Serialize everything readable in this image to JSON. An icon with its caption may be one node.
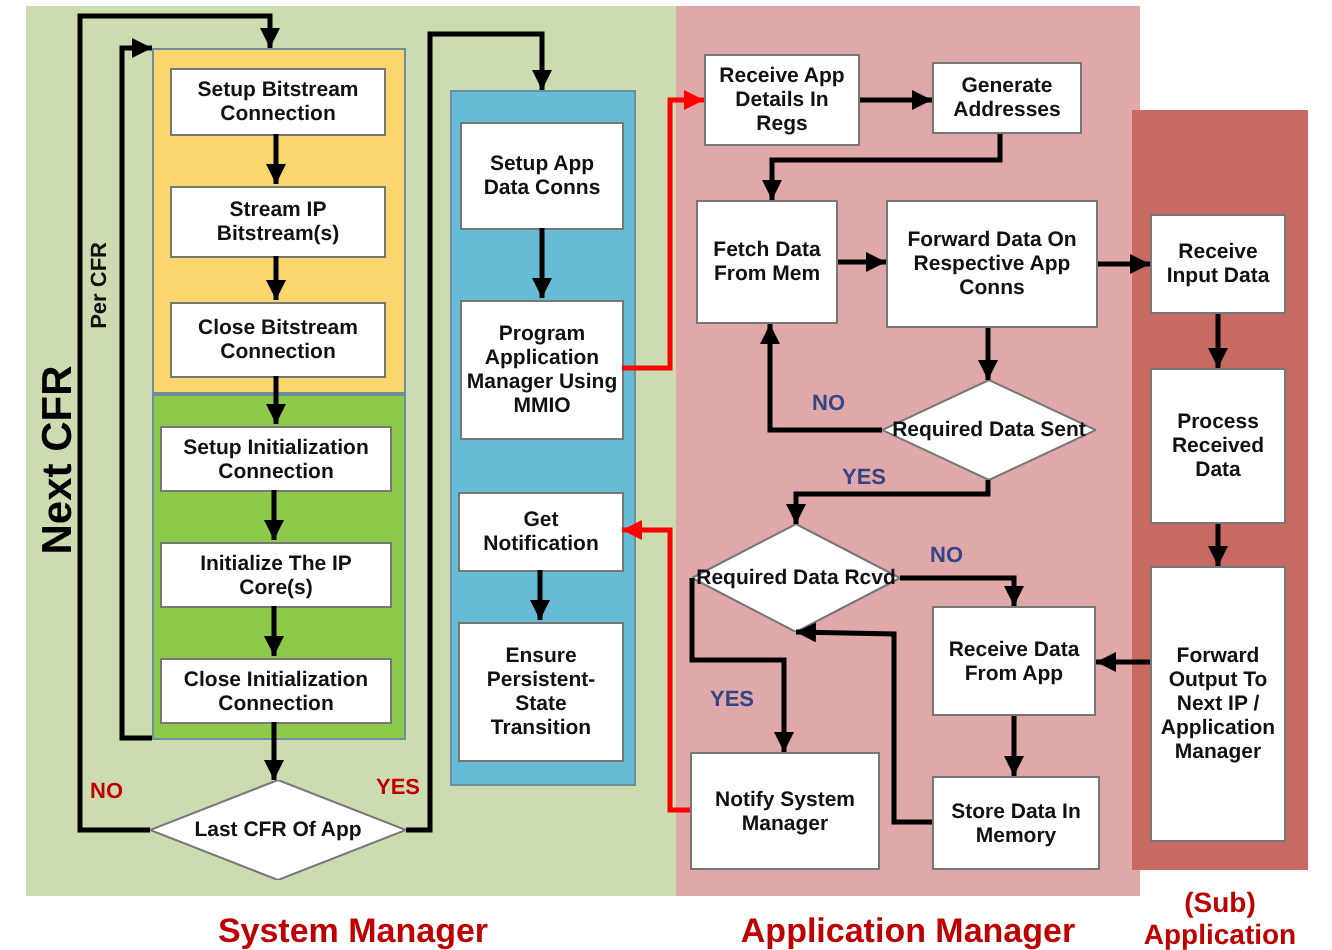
{
  "diagram": {
    "nodes": [
      {
        "text": [
          "System Manager"
        ]
      },
      {
        "text": [],
        "shape": "box",
        "in": 0
      },
      {
        "text": [
          "Setup Bitstream Connection"
        ],
        "in": 1
      },
      {
        "text": [
          "Stream IP Bitstream(s)"
        ],
        "in": 1
      },
      {
        "text": [
          "Close Bitstream Connection"
        ],
        "in": 1
      },
      {
        "text": [],
        "shape": "box",
        "in": 0
      },
      {
        "text": [
          "Setup Initialization Connection"
        ],
        "in": 5
      },
      {
        "text": [
          "Initialize The IP Core(s)"
        ],
        "in": 5
      },
      {
        "text": [
          "Close Initialization Connection"
        ],
        "in": 5
      },
      {
        "text": [
          "Last CFR Of App"
        ],
        "in": 0
      },
      {
        "text": [],
        "shape": "box",
        "in": 0
      },
      {
        "text": [
          "Setup App Data Conns"
        ],
        "in": 10
      },
      {
        "text": [
          "Program Application Manager Using MMIO"
        ],
        "in": 10
      },
      {
        "text": [
          "Get Notification"
        ],
        "in": 10
      },
      {
        "text": [
          "Ensure Persistent-State Transition"
        ],
        "in": 10
      },
      {
        "text": [
          "Application Manager"
        ]
      },
      {
        "text": [
          "Receive App Details In Regs"
        ],
        "in": 15
      },
      {
        "text": [
          "Generate Addresses"
        ],
        "in": 15
      },
      {
        "text": [
          "Fetch Data From Mem"
        ],
        "in": 15
      },
      {
        "text": [
          "Forward Data On Respective App Conns"
        ],
        "in": 15
      },
      {
        "text": [
          "Required Data Sent"
        ],
        "in": 15
      },
      {
        "text": [
          "Required Data Rcvd"
        ],
        "in": 15
      },
      {
        "text": [
          "Receive Data From App"
        ],
        "in": 15
      },
      {
        "text": [
          "Notify System Manager"
        ],
        "in": 15
      },
      {
        "text": [
          "Store Data In Memory"
        ],
        "in": 15
      },
      {
        "text": [
          "(Sub) Application"
        ]
      },
      {
        "text": [
          "Receive Input Data"
        ],
        "in": 25
      },
      {
        "text": [
          "Process Received Data"
        ],
        "in": 25
      },
      {
        "text": [
          "Forward Output To Next IP / Application Manager"
        ],
        "in": 25
      }
    ],
    "edges": [
      {
        "from": 2,
        "to": 3,
        "arrow": "to"
      },
      {
        "from": 3,
        "to": 4,
        "arrow": "to"
      },
      {
        "from": 4,
        "to": 6,
        "arrow": "to"
      },
      {
        "from": 6,
        "to": 7,
        "arrow": "to"
      },
      {
        "from": 7,
        "to": 8,
        "arrow": "to"
      },
      {
        "from": 8,
        "to": 9,
        "arrow": "to"
      },
      {
        "from": 5,
        "to": 1,
        "arrow": "to",
        "label": "Per CFR"
      },
      {
        "from": 9,
        "to": 1,
        "arrow": "to",
        "label": "NO"
      },
      {
        "from": 9,
        "to": 10,
        "arrow": "to",
        "label": "YES"
      },
      {
        "from": 11,
        "to": 12,
        "arrow": "to"
      },
      {
        "from": 12,
        "to": 16,
        "arrow": "to",
        "color": "#ff0000"
      },
      {
        "from": 13,
        "to": 14,
        "arrow": "to"
      },
      {
        "from": 16,
        "to": 17,
        "arrow": "to"
      },
      {
        "from": 17,
        "to": 18,
        "arrow": "to"
      },
      {
        "from": 18,
        "to": 19,
        "arrow": "to"
      },
      {
        "from": 19,
        "to": 26,
        "arrow": "to"
      },
      {
        "from": 19,
        "to": 20,
        "arrow": "to"
      },
      {
        "from": 20,
        "to": 18,
        "arrow": "to",
        "label": "NO"
      },
      {
        "from": 20,
        "to": 21,
        "arrow": "to",
        "label": "YES"
      },
      {
        "from": 21,
        "to": 22,
        "arrow": "to",
        "label": "NO"
      },
      {
        "from": 21,
        "to": 23,
        "arrow": "to",
        "label": "YES"
      },
      {
        "from": 22,
        "to": 24,
        "arrow": "to"
      },
      {
        "from": 24,
        "to": 21,
        "arrow": "to"
      },
      {
        "from": 23,
        "to": 13,
        "arrow": "to",
        "color": "#ff0000"
      },
      {
        "from": 26,
        "to": 27,
        "arrow": "to"
      },
      {
        "from": 27,
        "to": 28,
        "arrow": "to"
      },
      {
        "from": 28,
        "to": 22,
        "arrow": "to"
      }
    ],
    "labels": [
      "Next CFR"
    ]
  }
}
